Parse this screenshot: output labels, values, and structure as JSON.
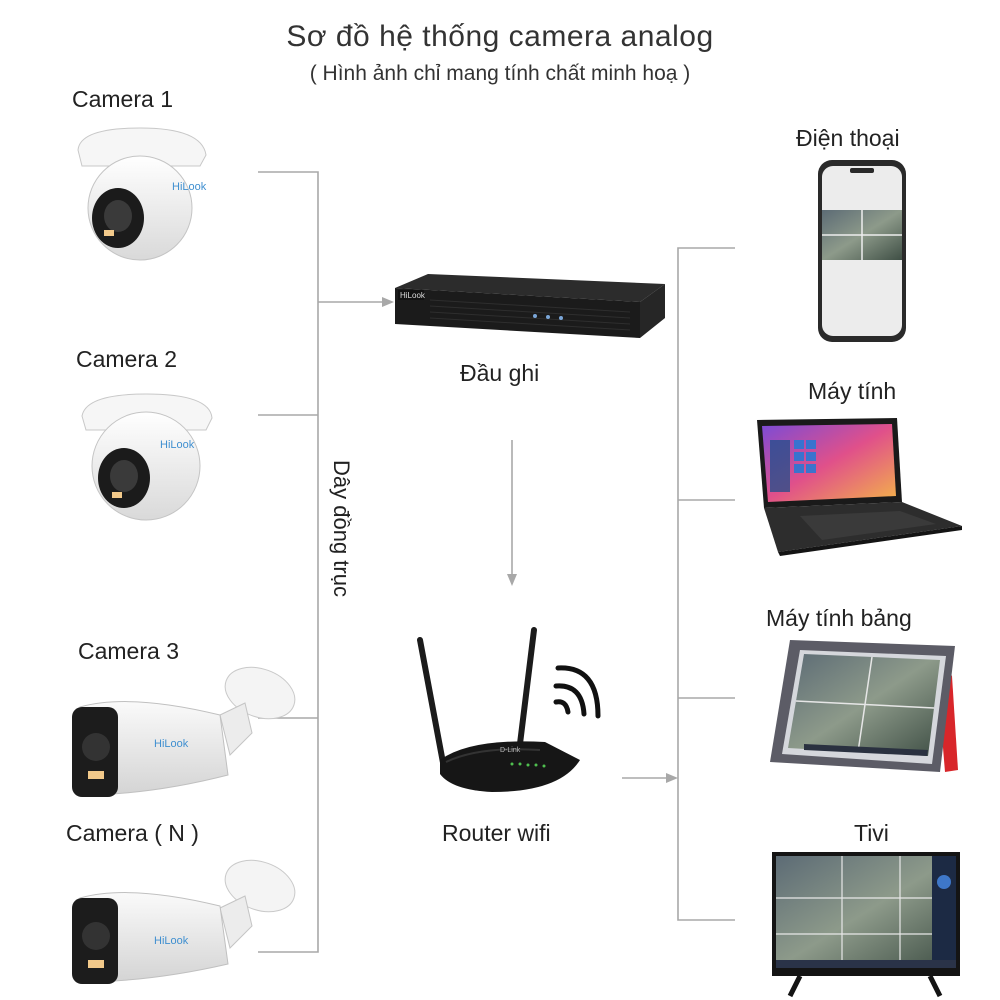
{
  "title": "Sơ đồ hệ thống camera analog",
  "subtitle": "( Hình ảnh chỉ mang tính chất minh hoạ )",
  "cameras": [
    {
      "label": "Camera 1",
      "brand": "HiLook"
    },
    {
      "label": "Camera 2",
      "brand": "HiLook"
    },
    {
      "label": "Camera 3",
      "brand": "HiLook"
    },
    {
      "label": "Camera ( N )",
      "brand": "HiLook"
    }
  ],
  "cable_label": "Dây đồng trục",
  "recorder": {
    "label": "Đầu ghi",
    "brand": "HiLook"
  },
  "router": {
    "label": "Router wifi",
    "brand": "D-Link"
  },
  "devices": [
    {
      "label": "Điện thoại",
      "icon": "smartphone-icon"
    },
    {
      "label": "Máy tính",
      "icon": "laptop-icon"
    },
    {
      "label": "Máy tính bảng",
      "icon": "tablet-icon"
    },
    {
      "label": "Tivi",
      "icon": "tv-icon"
    }
  ],
  "colors": {
    "line": "#a8a8a8",
    "device_dark": "#1e1e1e",
    "camera_body": "#f2f2f2",
    "brand_blue": "#3f8fd0",
    "tablet_case": "#d8262a"
  }
}
